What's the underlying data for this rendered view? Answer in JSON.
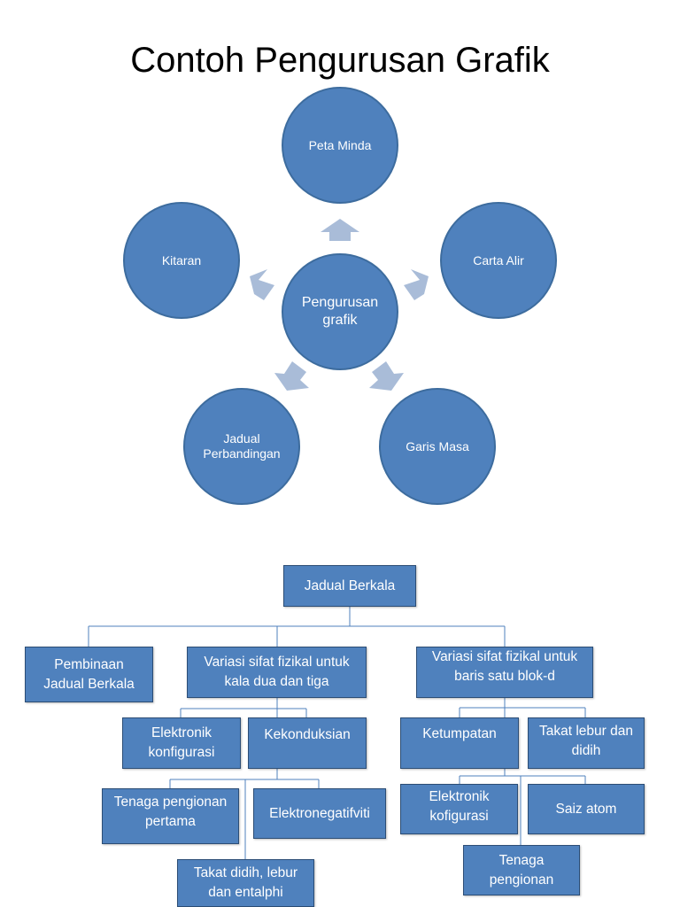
{
  "title": "Contoh Pengurusan Grafik",
  "colors": {
    "node_fill": "#4f81bd",
    "node_border": "#3d6c9e",
    "arrow": "#a9bcd8",
    "connector": "#4f81bd"
  },
  "cycle": {
    "center": "Pengurusan\ngrafik",
    "nodes": {
      "top": "Peta Minda",
      "right": "Carta Alir",
      "bottom_right": "Garis Masa",
      "bottom_left": "Jadual\nPerbandingan",
      "left": "Kitaran"
    }
  },
  "tree": {
    "root": "Jadual Berkala",
    "pembinaan": "Pembinaan\nJadual Berkala",
    "variasi_23": "Variasi sifat fizikal untuk\nkala dua dan tiga",
    "variasi_d": "Variasi sifat fizikal untuk\nbaris satu blok-d",
    "elektronik_konfigurasi": "Elektronik\nkonfigurasi",
    "kekonduksian": "Kekonduksian",
    "tenaga_pengionan_pertama": "Tenaga pengionan\npertama",
    "elektronegatifviti": "Elektronegatifviti",
    "takat_didih": "Takat didih, lebur\ndan entalphi",
    "ketumpatan": "Ketumpatan",
    "takat_lebur": "Takat lebur dan\ndidih",
    "elektronik_kofigurasi": "Elektronik\nkofigurasi",
    "saiz_atom": "Saiz atom",
    "tenaga_pengionan": "Tenaga\npengionan"
  }
}
